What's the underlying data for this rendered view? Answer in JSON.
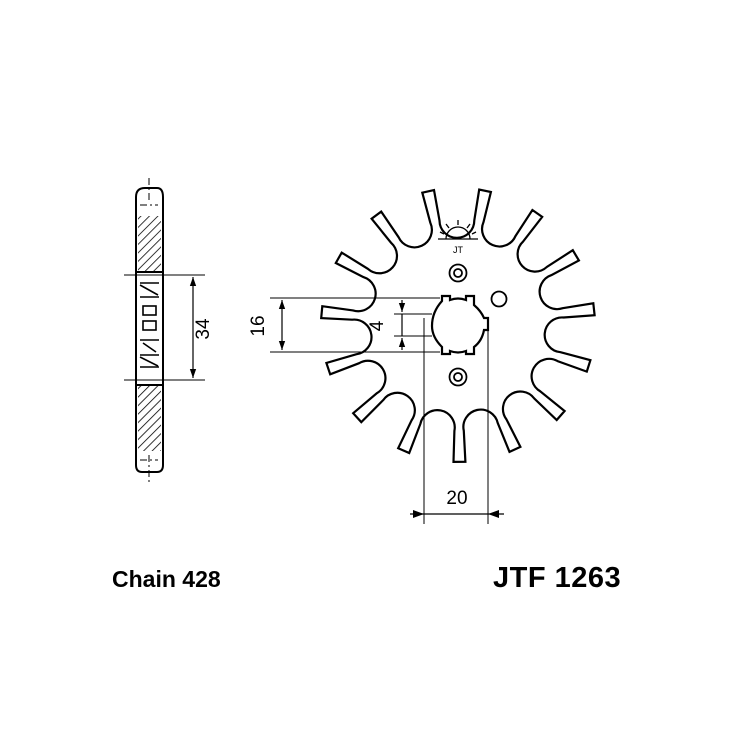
{
  "drawing": {
    "chain_label": "Chain 428",
    "part_number": "JTF 1263",
    "dimensions": {
      "side_height": "34",
      "bore": "16",
      "spline": "4",
      "width": "20"
    },
    "logo_text": "JT",
    "sprocket_teeth": 15
  }
}
